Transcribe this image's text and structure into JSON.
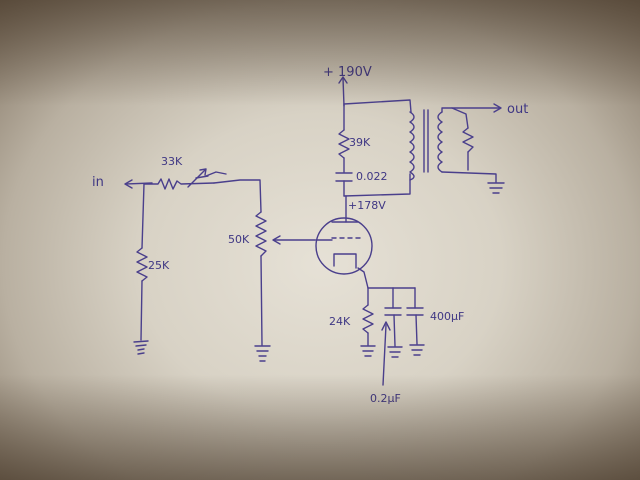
{
  "diagram": {
    "labels": {
      "input": "in",
      "output": "out",
      "supply": "+ 190V",
      "plate_voltage": "+178V",
      "plate_resistor": "39K",
      "coupling_cap": "0.022",
      "series_resistor": "33K",
      "shunt_resistor": "25K",
      "volume_pot": "50K",
      "cathode_resistor": "24K",
      "cathode_cap_small": "0.2μF",
      "cathode_cap_large": "400μF"
    },
    "ink_color": "#4a3f8c",
    "paper_color": "#e6e1d6"
  }
}
